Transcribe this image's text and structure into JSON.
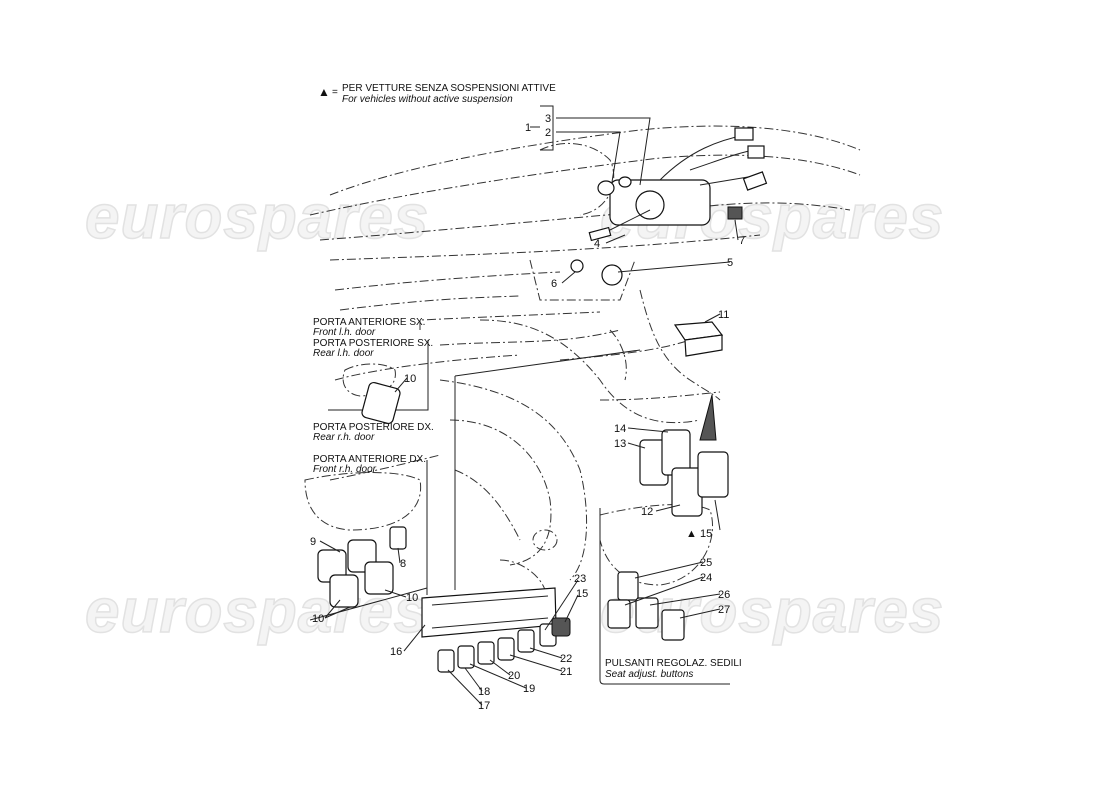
{
  "watermark": "eurospares",
  "legend": {
    "symbol": "▲",
    "equals": "=",
    "italian": "PER VETTURE SENZA SOSPENSIONI ATTIVE",
    "english": "For vehicles without active suspension"
  },
  "labels": {
    "front_lh_it": "PORTA ANTERIORE SX.",
    "front_lh_en": "Front l.h. door",
    "rear_lh_it": "PORTA POSTERIORE SX.",
    "rear_lh_en": "Rear l.h. door",
    "rear_rh_it": "PORTA POSTERIORE DX.",
    "rear_rh_en": "Rear r.h. door",
    "front_rh_it": "PORTA ANTERIORE DX.",
    "front_rh_en": "Front r.h. door",
    "seat_it": "PULSANTI REGOLAZ. SEDILI",
    "seat_en": "Seat adjust. buttons"
  },
  "callouts": {
    "c1": "1",
    "c2": "2",
    "c3": "3",
    "c4": "4",
    "c5": "5",
    "c6": "6",
    "c7": "7",
    "c8": "8",
    "c9": "9",
    "c10a": "10",
    "c10b": "10",
    "c10c": "10",
    "c11": "11",
    "c12": "12",
    "c13": "13",
    "c14": "14",
    "c15a": "15",
    "c15b": "15",
    "c16": "16",
    "c17": "17",
    "c18": "18",
    "c19": "19",
    "c20": "20",
    "c21": "21",
    "c22": "22",
    "c23": "23",
    "c24": "24",
    "c25": "25",
    "c26": "26",
    "c27": "27"
  }
}
